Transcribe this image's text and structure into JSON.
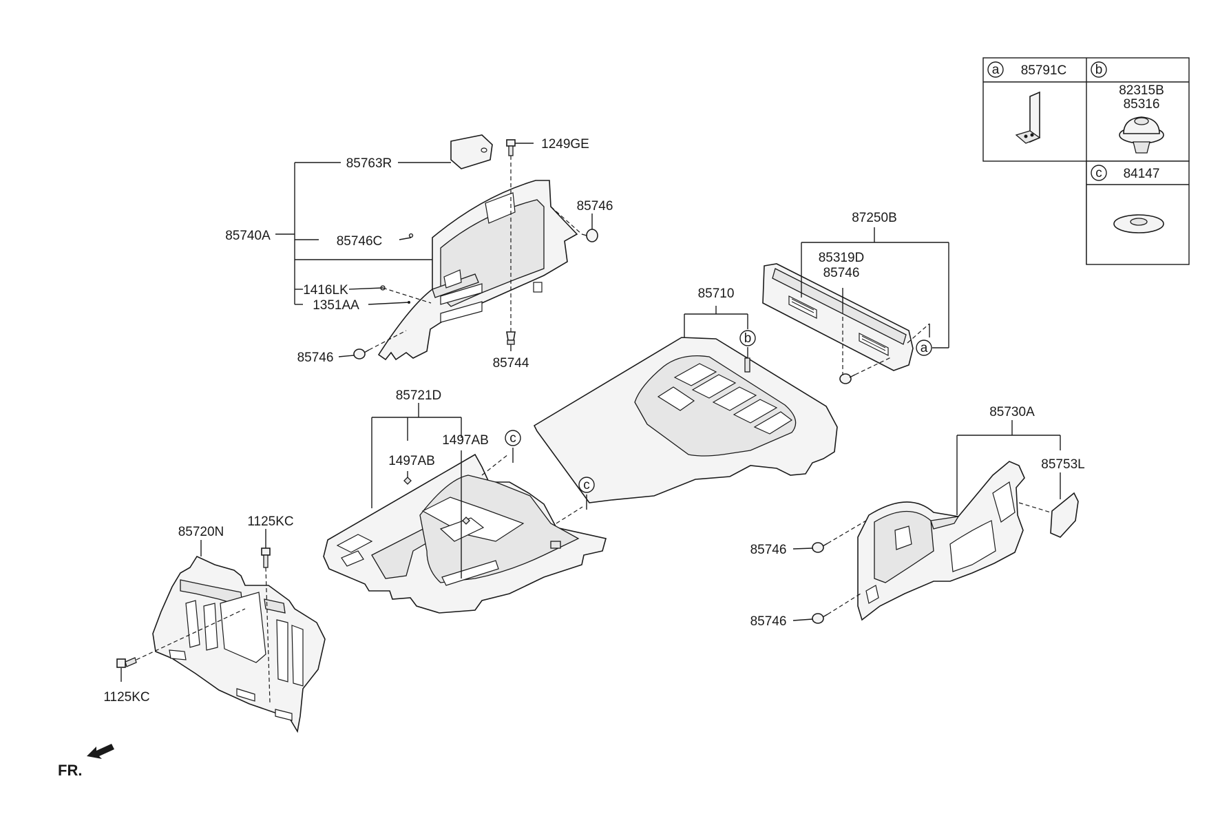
{
  "labels": {
    "p85763R": "85763R",
    "p1249GE": "1249GE",
    "p85740A": "85740A",
    "p85746C": "85746C",
    "p85746_a": "85746",
    "p1416LK": "1416LK",
    "p1351AA": "1351AA",
    "p85746_b": "85746",
    "p85744": "85744",
    "p87250B": "87250B",
    "p85319D": "85319D",
    "p85746_c": "85746",
    "p85710": "85710",
    "p85721D": "85721D",
    "p1497AB_a": "1497AB",
    "p1497AB_b": "1497AB",
    "p85730A": "85730A",
    "p85753L": "85753L",
    "p85746_d": "85746",
    "p85746_e": "85746",
    "p85720N": "85720N",
    "p1125KC_a": "1125KC",
    "p1125KC_b": "1125KC",
    "fr": "FR."
  },
  "callouts": {
    "a": "a",
    "b": "b",
    "c": "c"
  },
  "legend": {
    "a": {
      "letter": "a",
      "parts": [
        "85791C"
      ]
    },
    "b": {
      "letter": "b",
      "parts": [
        "82315B",
        "85316"
      ]
    },
    "c": {
      "letter": "c",
      "parts": [
        "84147"
      ]
    }
  }
}
